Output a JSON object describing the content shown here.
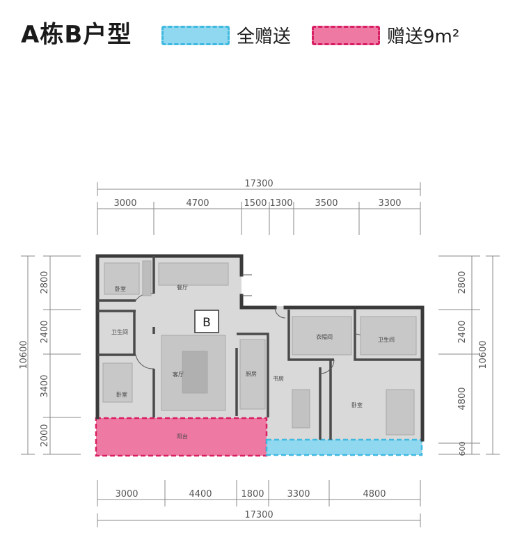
{
  "title": "A栋B户型",
  "legend": {
    "full_gift": {
      "label": "全赠送",
      "fill": "#8fd8ef",
      "stroke": "#3fb9df"
    },
    "partial_gift": {
      "label": "赠送9m²",
      "fill": "#ee7aa3",
      "stroke": "#d81f63"
    }
  },
  "unit_badge": "B",
  "dimensions": {
    "top_total": "17300",
    "top_segments": [
      "3000",
      "4700",
      "1500",
      "1300",
      "3500",
      "3300"
    ],
    "bottom_segments": [
      "3000",
      "4400",
      "1800",
      "3300",
      "4800"
    ],
    "bottom_total": "17300",
    "left_segments": [
      "2800",
      "2400",
      "3400",
      "2000"
    ],
    "left_total": "10600",
    "right_segments": [
      "2800",
      "2400",
      "4800",
      "600"
    ],
    "right_total": "10600"
  },
  "rooms": {
    "bedroom_top_left": "卧室",
    "dining": "餐厅",
    "bath_left": "卫生间",
    "living": "客厅",
    "kitchen": "厨房",
    "bedroom_left": "卧室",
    "balcony": "阳台",
    "cloakroom": "衣帽间",
    "bath_right": "卫生间",
    "study": "书房",
    "master_bedroom": "卧室"
  }
}
